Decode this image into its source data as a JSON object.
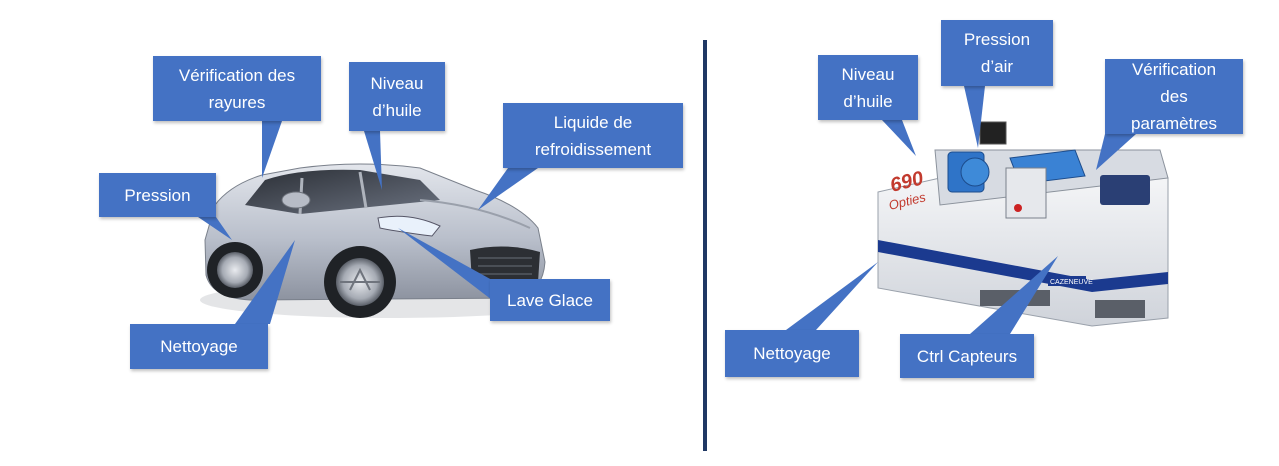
{
  "colors": {
    "callout_fill": "#4472c4",
    "callout_text": "#ffffff",
    "divider": "#1f3864"
  },
  "car_panel": {
    "illustration": "car-illustration",
    "labels": {
      "scratch_check": "Vérification des\nrayures",
      "oil_level": "Niveau\nd’huile",
      "coolant": "Liquide de\nrefroidissement",
      "pressure": "Pression",
      "washer_fluid": "Lave Glace",
      "cleaning": "Nettoyage"
    }
  },
  "machine_panel": {
    "illustration": "lathe-machine-illustration",
    "logo_text": "690\nOpties",
    "brand_text": "CAZENEUVE",
    "labels": {
      "oil_level": "Niveau\nd’huile",
      "air_pressure": "Pression\nd’air",
      "parameter_check": "Vérification\ndes\nparamètres",
      "cleaning": "Nettoyage",
      "sensor_check": "Ctrl Capteurs"
    }
  }
}
